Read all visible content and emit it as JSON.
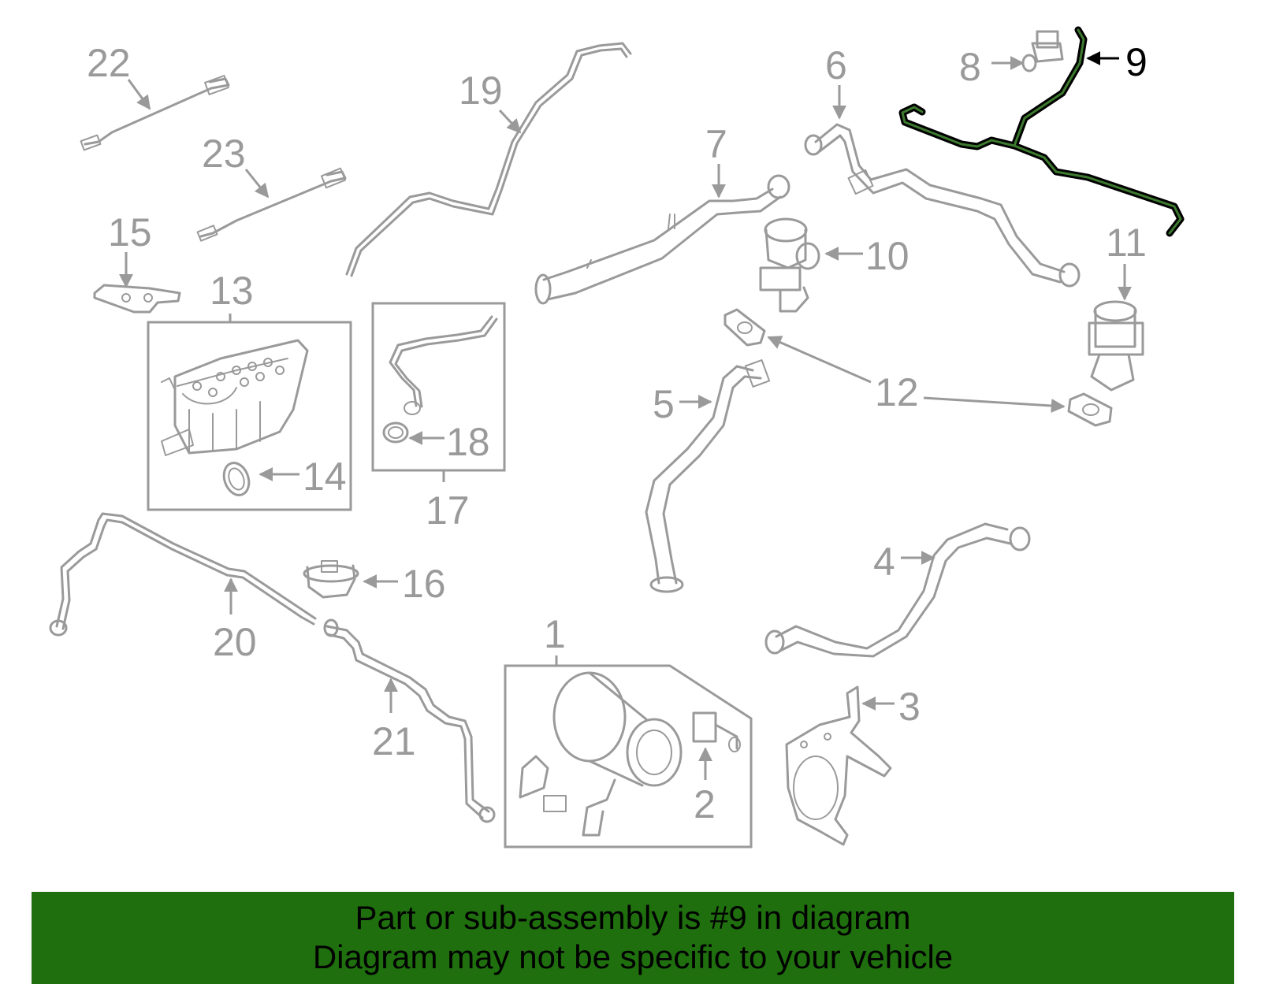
{
  "callouts": {
    "n1": "1",
    "n2": "2",
    "n3": "3",
    "n4": "4",
    "n5": "5",
    "n6": "6",
    "n7": "7",
    "n8": "8",
    "n9": "9",
    "n10": "10",
    "n11": "11",
    "n12": "12",
    "n13": "13",
    "n14": "14",
    "n15": "15",
    "n16": "16",
    "n17": "17",
    "n18": "18",
    "n19": "19",
    "n20": "20",
    "n21": "21",
    "n22": "22",
    "n23": "23"
  },
  "highlighted_part": "9",
  "colors": {
    "banner": "#1f6f0e",
    "highlight": "#000000",
    "parts": "#9a9a9a"
  },
  "banner": {
    "line1": "Part or sub-assembly is #9 in diagram",
    "line2": "Diagram may not be specific to your vehicle"
  }
}
